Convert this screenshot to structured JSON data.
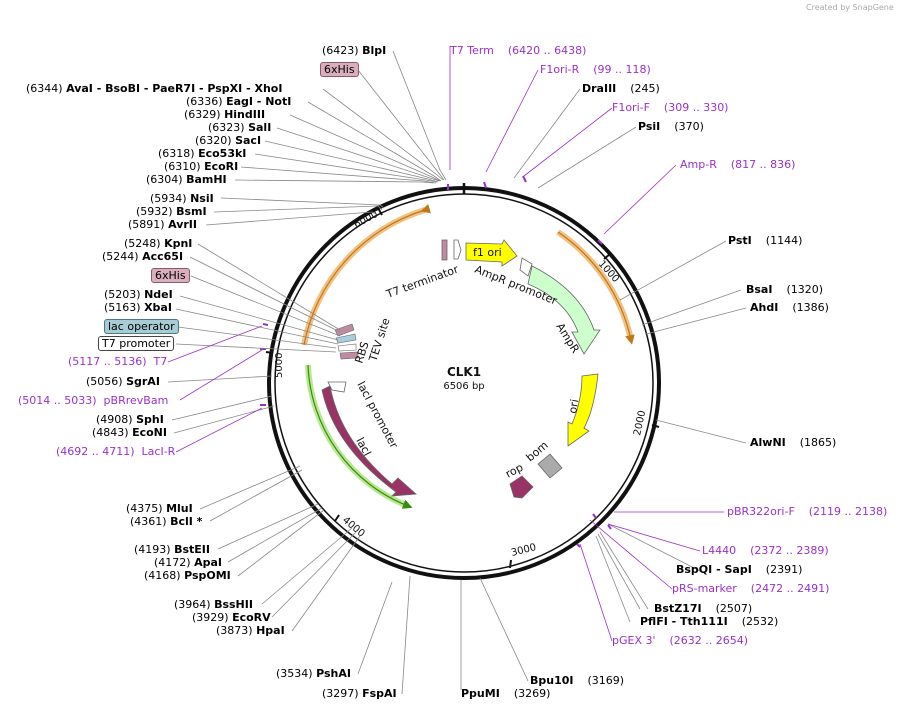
{
  "watermark": "Created by SnapGene",
  "plasmid": {
    "name": "CLK1",
    "size_label": "6506 bp"
  },
  "ticks": [
    {
      "label": "1000"
    },
    {
      "label": "2000"
    },
    {
      "label": "3000"
    },
    {
      "label": "4000"
    },
    {
      "label": "5000"
    },
    {
      "label": "6000"
    }
  ],
  "left_labels": [
    {
      "pos": "(6423)",
      "name": "BlpI"
    },
    {
      "tag": "6xHis"
    },
    {
      "pos": "(6344)",
      "name": "AvaI - BsoBI - PaeR7I - PspXI - XhoI"
    },
    {
      "pos": "(6336)",
      "name": "EagI - NotI"
    },
    {
      "pos": "(6329)",
      "name": "HindIII"
    },
    {
      "pos": "(6323)",
      "name": "SalI"
    },
    {
      "pos": "(6320)",
      "name": "SacI"
    },
    {
      "pos": "(6318)",
      "name": "Eco53kI"
    },
    {
      "pos": "(6310)",
      "name": "EcoRI"
    },
    {
      "pos": "(6304)",
      "name": "BamHI"
    },
    {
      "pos": "(5934)",
      "name": "NsiI"
    },
    {
      "pos": "(5932)",
      "name": "BsmI"
    },
    {
      "pos": "(5891)",
      "name": "AvrII"
    },
    {
      "pos": "(5248)",
      "name": "KpnI"
    },
    {
      "pos": "(5244)",
      "name": "Acc65I"
    },
    {
      "tag": "6xHis"
    },
    {
      "pos": "(5203)",
      "name": "NdeI"
    },
    {
      "pos": "(5163)",
      "name": "XbaI"
    },
    {
      "tag": "lac operator"
    },
    {
      "tag": "T7 promoter"
    },
    {
      "primer": "(5117 .. 5136)  T7"
    },
    {
      "pos": "(5056)",
      "name": "SgrAI"
    },
    {
      "primer": "(5014 .. 5033)  pBRrevBam"
    },
    {
      "pos": "(4908)",
      "name": "SphI"
    },
    {
      "pos": "(4843)",
      "name": "EcoNI"
    },
    {
      "primer": "(4692 .. 4711)  LacI-R"
    },
    {
      "pos": "(4375)",
      "name": "MluI"
    },
    {
      "pos": "(4361)",
      "name": "BclI *"
    },
    {
      "pos": "(4193)",
      "name": "BstEII"
    },
    {
      "pos": "(4172)",
      "name": "ApaI"
    },
    {
      "pos": "(4168)",
      "name": "PspOMI"
    },
    {
      "pos": "(3964)",
      "name": "BssHII"
    },
    {
      "pos": "(3929)",
      "name": "EcoRV"
    },
    {
      "pos": "(3873)",
      "name": "HpaI"
    },
    {
      "pos": "(3534)",
      "name": "PshAI"
    },
    {
      "pos": "(3297)",
      "name": "FspAI"
    }
  ],
  "right_labels": [
    {
      "primer": "T7 Term    (6420 .. 6438)"
    },
    {
      "primer": "F1ori-R    (99 .. 118)"
    },
    {
      "name": "DraIII",
      "pos": "(245)"
    },
    {
      "primer": "F1ori-F    (309 .. 330)"
    },
    {
      "name": "PsiI",
      "pos": "(370)"
    },
    {
      "primer": "Amp-R    (817 .. 836)"
    },
    {
      "name": "PstI",
      "pos": "(1144)"
    },
    {
      "name": "BsaI",
      "pos": "(1320)"
    },
    {
      "name": "AhdI",
      "pos": "(1386)"
    },
    {
      "name": "AlwNI",
      "pos": "(1865)"
    },
    {
      "primer": "pBR322ori-F    (2119 .. 2138)"
    },
    {
      "primer": "L4440    (2372 .. 2389)"
    },
    {
      "name": "BspQI - SapI",
      "pos": "(2391)"
    },
    {
      "primer": "pRS-marker    (2472 .. 2491)"
    },
    {
      "name": "BstZ17I",
      "pos": "(2507)"
    },
    {
      "name": "PflFI - Tth111I",
      "pos": "(2532)"
    },
    {
      "primer": "pGEX 3'    (2632 .. 2654)"
    },
    {
      "name": "Bpu10I",
      "pos": "(3169)"
    },
    {
      "name": "PpuMI",
      "pos": "(3269)"
    }
  ],
  "features": {
    "f1_ori": "f1 ori",
    "ampr_promoter": "AmpR promoter",
    "ampr": "AmpR",
    "ori": "ori",
    "bom": "bom",
    "rop": "rop",
    "laci": "lacI",
    "laci_promoter": "lacI promoter",
    "t7_terminator": "T7 terminator",
    "rbs": "RBS",
    "tev_site": "TEV site"
  },
  "colors": {
    "primer": "#9b30c8",
    "f1_ori": "#ffff00",
    "ampr": "#ccffcc",
    "ori": "#ffff00",
    "laci": "#993366",
    "bom": "#999999",
    "rop": "#993366",
    "outer_arc": "#e8a040",
    "green_arc": "#66cc33"
  }
}
